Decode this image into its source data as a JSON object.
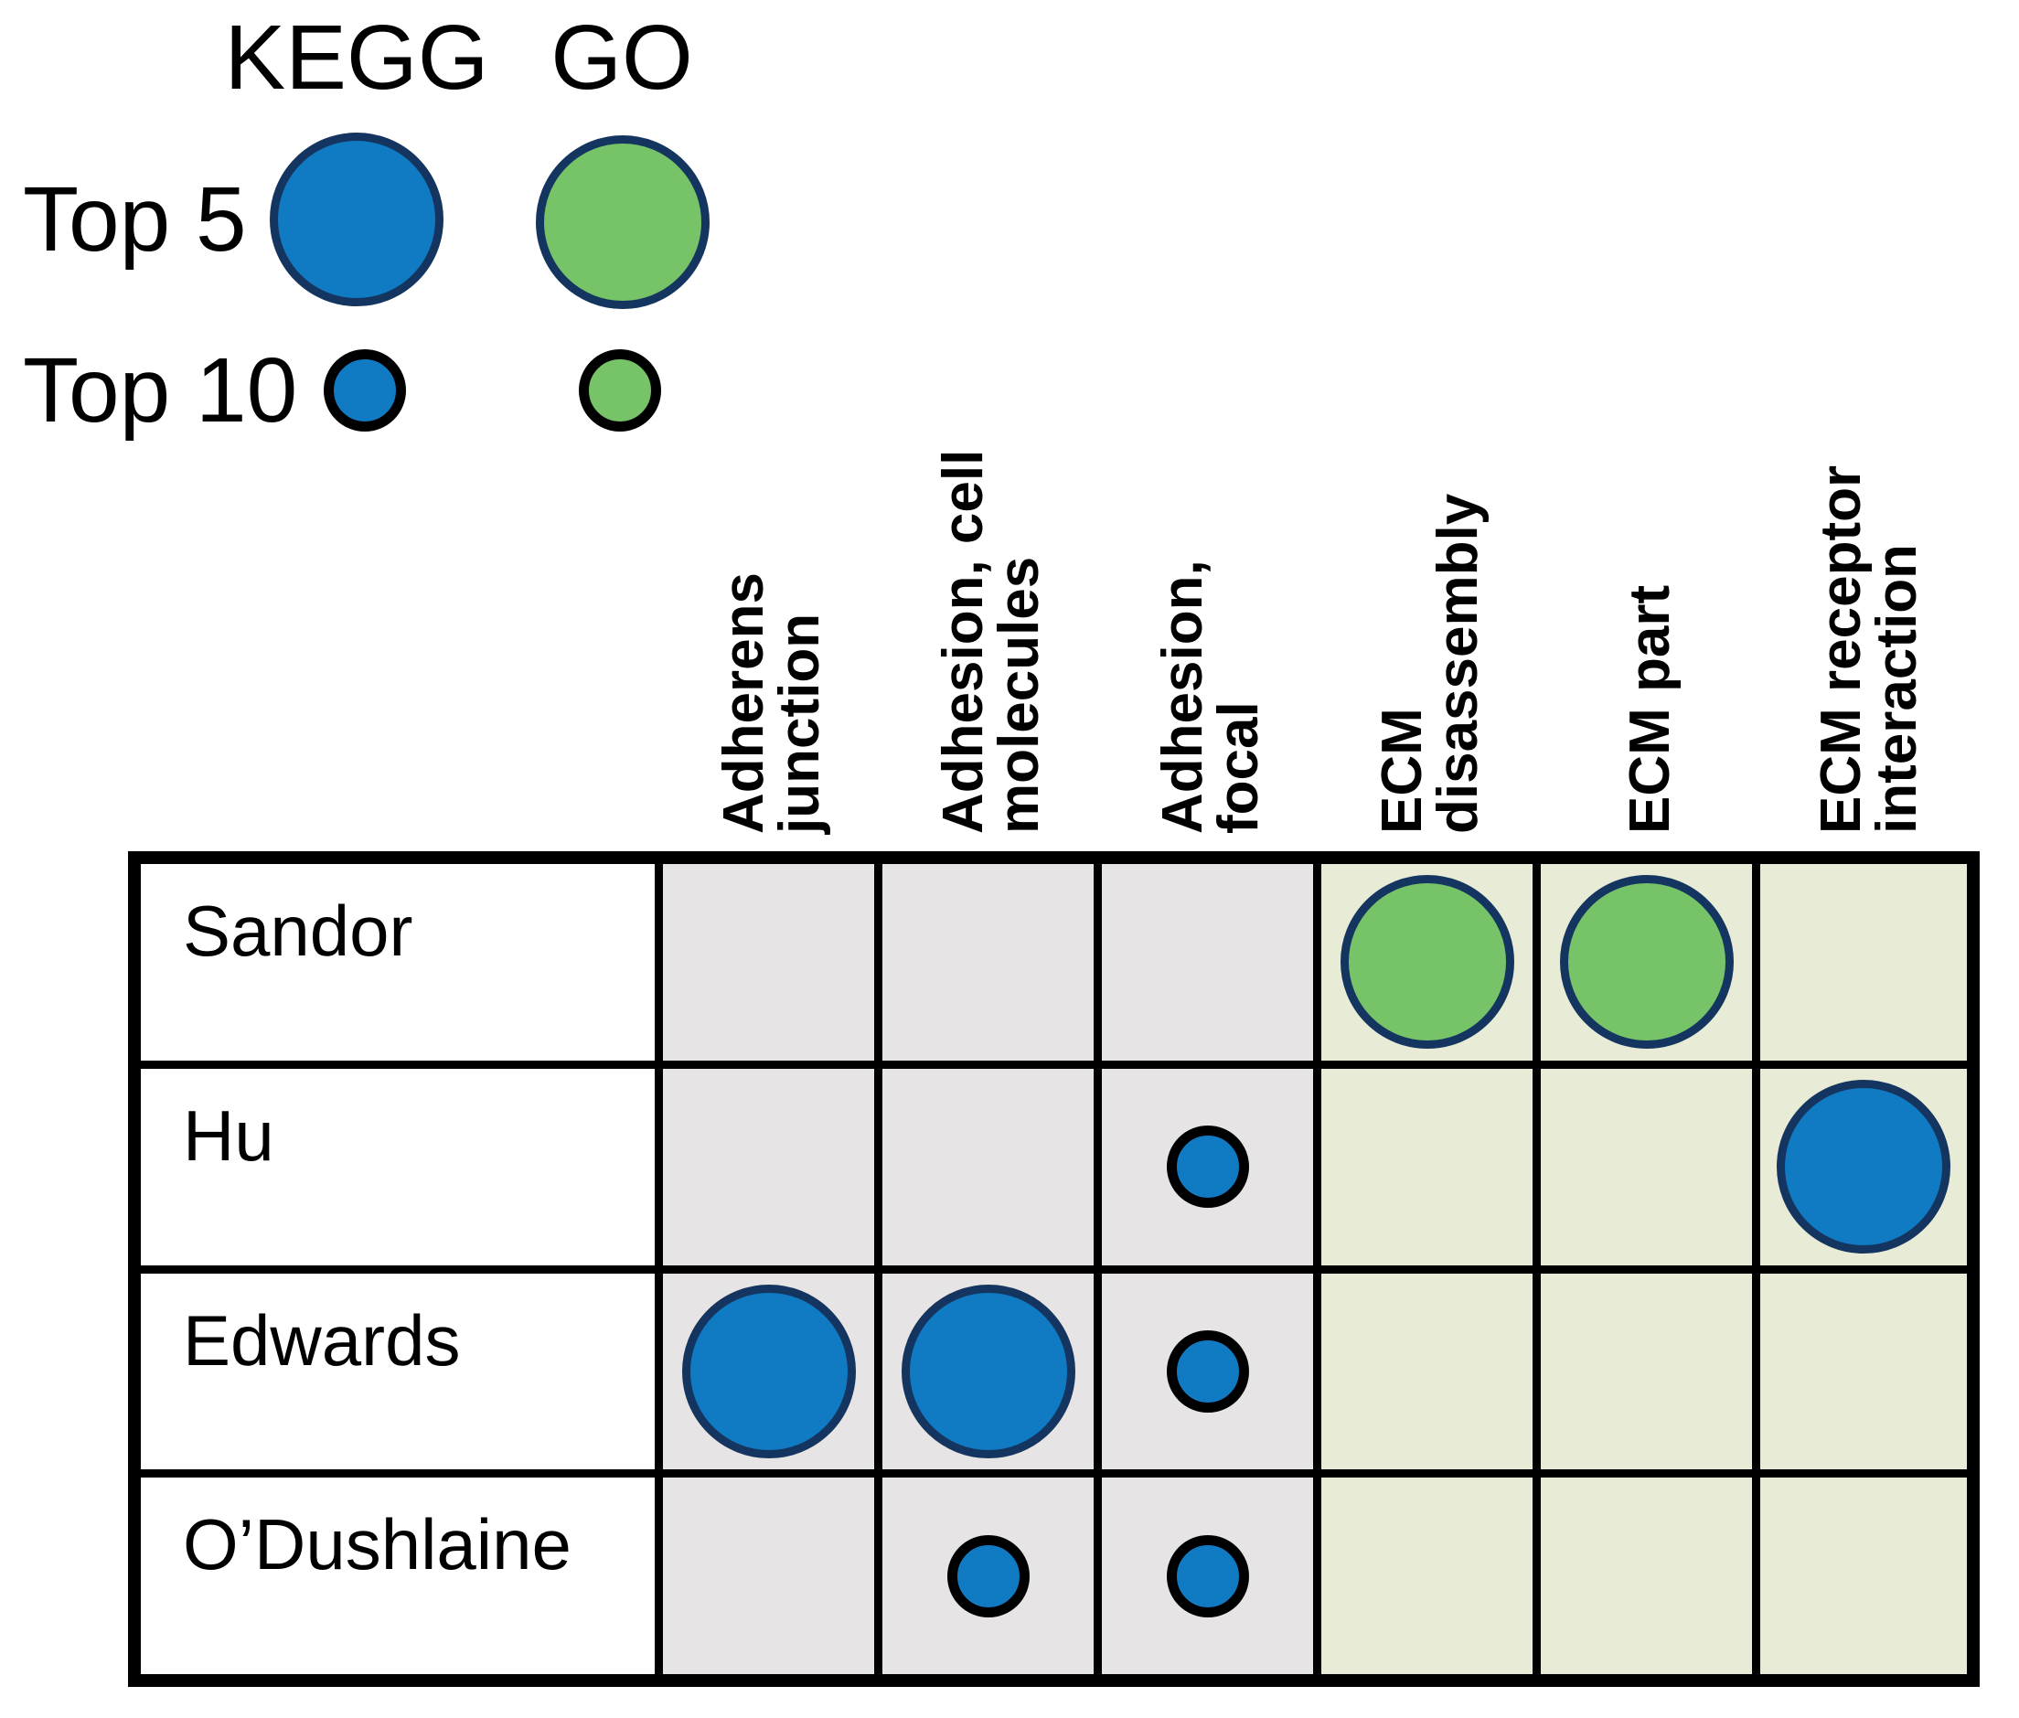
{
  "legend": {
    "col_headers": [
      {
        "label": "KEGG",
        "color": "#107ac2"
      },
      {
        "label": "GO",
        "color": "#77c368"
      }
    ],
    "size_rows": [
      {
        "label": "Top 5",
        "size": "large"
      },
      {
        "label": "Top 10",
        "size": "small"
      }
    ]
  },
  "chart_data": {
    "type": "bubble-matrix",
    "rows": [
      "Sandor",
      "Hu",
      "Edwards",
      "O’Dushlaine"
    ],
    "columns": [
      {
        "name": "Adherens junction",
        "display": "Adherens\njunction",
        "group": "adhesion"
      },
      {
        "name": "Adhesion, cell molecules",
        "display": "Adhesion, cell\nmolecules",
        "group": "adhesion"
      },
      {
        "name": "Adhesion, focal",
        "display": "Adhesion,\nfocal",
        "group": "adhesion"
      },
      {
        "name": "ECM disassembly",
        "display": "ECM\ndisassembly",
        "group": "ecm"
      },
      {
        "name": "ECM part",
        "display": "ECM part",
        "group": "ecm"
      },
      {
        "name": "ECM receptor interaction",
        "display": "ECM receptor\ninteraction",
        "group": "ecm"
      }
    ],
    "legend_meaning": {
      "blue": "KEGG",
      "green": "GO",
      "large": "Top 5",
      "small": "Top 10"
    },
    "marks": [
      {
        "row": "Sandor",
        "column": "ECM disassembly",
        "database": "GO",
        "rank": "Top 5"
      },
      {
        "row": "Sandor",
        "column": "ECM part",
        "database": "GO",
        "rank": "Top 5"
      },
      {
        "row": "Hu",
        "column": "Adhesion, focal",
        "database": "KEGG",
        "rank": "Top 10"
      },
      {
        "row": "Hu",
        "column": "ECM receptor interaction",
        "database": "KEGG",
        "rank": "Top 5"
      },
      {
        "row": "Edwards",
        "column": "Adherens junction",
        "database": "KEGG",
        "rank": "Top 5"
      },
      {
        "row": "Edwards",
        "column": "Adhesion, cell molecules",
        "database": "KEGG",
        "rank": "Top 5"
      },
      {
        "row": "Edwards",
        "column": "Adhesion, focal",
        "database": "KEGG",
        "rank": "Top 10"
      },
      {
        "row": "O’Dushlaine",
        "column": "Adhesion, cell molecules",
        "database": "KEGG",
        "rank": "Top 10"
      },
      {
        "row": "O’Dushlaine",
        "column": "Adhesion, focal",
        "database": "KEGG",
        "rank": "Top 10"
      }
    ]
  },
  "colors": {
    "kegg_fill": "#107ac2",
    "go_fill": "#77c368",
    "large_bubble_outline": "#14355f",
    "small_bubble_outline": "#000000",
    "adhesion_column_bg": "#e6e4e4",
    "ecm_column_bg": "#e8ebd5",
    "grid_line": "#000000"
  }
}
